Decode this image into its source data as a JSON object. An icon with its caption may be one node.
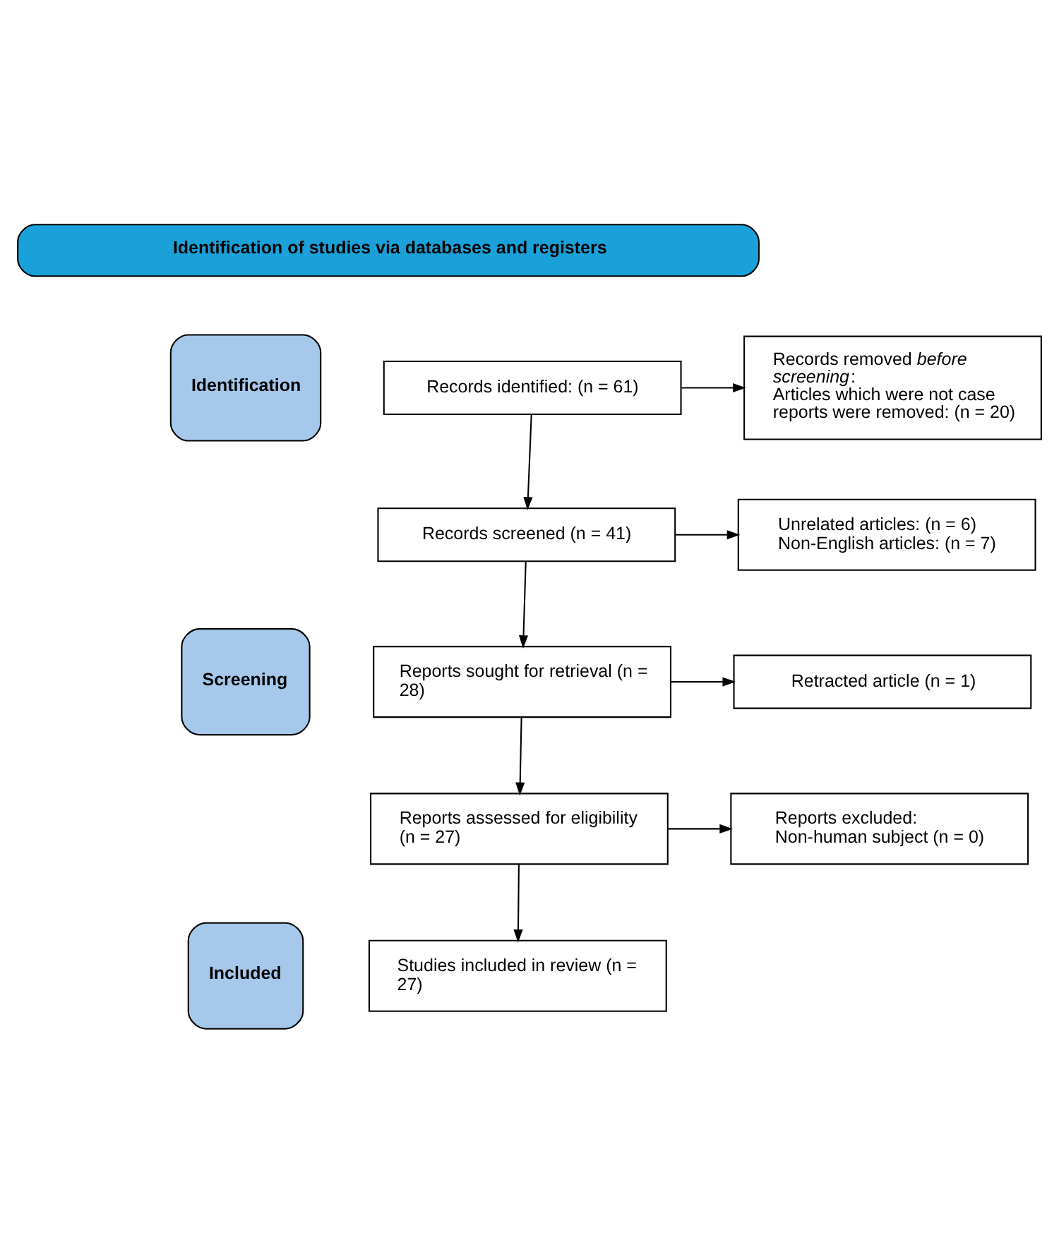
{
  "diagram": {
    "nodes": [
      {
        "text": [
          "Identification of studies via databases and registers"
        ]
      },
      {
        "text": [
          "Identification"
        ]
      },
      {
        "text": [
          "Screening"
        ]
      },
      {
        "text": [
          "Included"
        ]
      },
      {
        "text": [
          "Records identified: (n = 61)"
        ]
      },
      {
        "text": [
          "Records removed *before screening*:",
          "Articles which were not case reports were removed: (n = 20)"
        ]
      },
      {
        "text": [
          "Records screened (n = 41)"
        ]
      },
      {
        "text": [
          "Unrelated articles: (n = 6)",
          "Non-English articles: (n = 7)"
        ]
      },
      {
        "text": [
          "Reports sought for retrieval (n = 28)"
        ]
      },
      {
        "text": [
          "Retracted article (n = 1)"
        ]
      },
      {
        "text": [
          "Reports assessed for eligibility (n = 27)"
        ]
      },
      {
        "text": [
          "Reports excluded:",
          "Non-human subject (n = 0)"
        ]
      },
      {
        "text": [
          "Studies included in review (n = 27)"
        ]
      }
    ],
    "edges": [
      {
        "from": 4,
        "to": 5,
        "arrow": "to"
      },
      {
        "from": 4,
        "to": 6,
        "arrow": "to"
      },
      {
        "from": 6,
        "to": 7,
        "arrow": "to"
      },
      {
        "from": 6,
        "to": 8,
        "arrow": "to"
      },
      {
        "from": 8,
        "to": 9,
        "arrow": "to"
      },
      {
        "from": 8,
        "to": 10,
        "arrow": "to"
      },
      {
        "from": 10,
        "to": 11,
        "arrow": "to"
      },
      {
        "from": 10,
        "to": 12,
        "arrow": "to"
      }
    ]
  }
}
